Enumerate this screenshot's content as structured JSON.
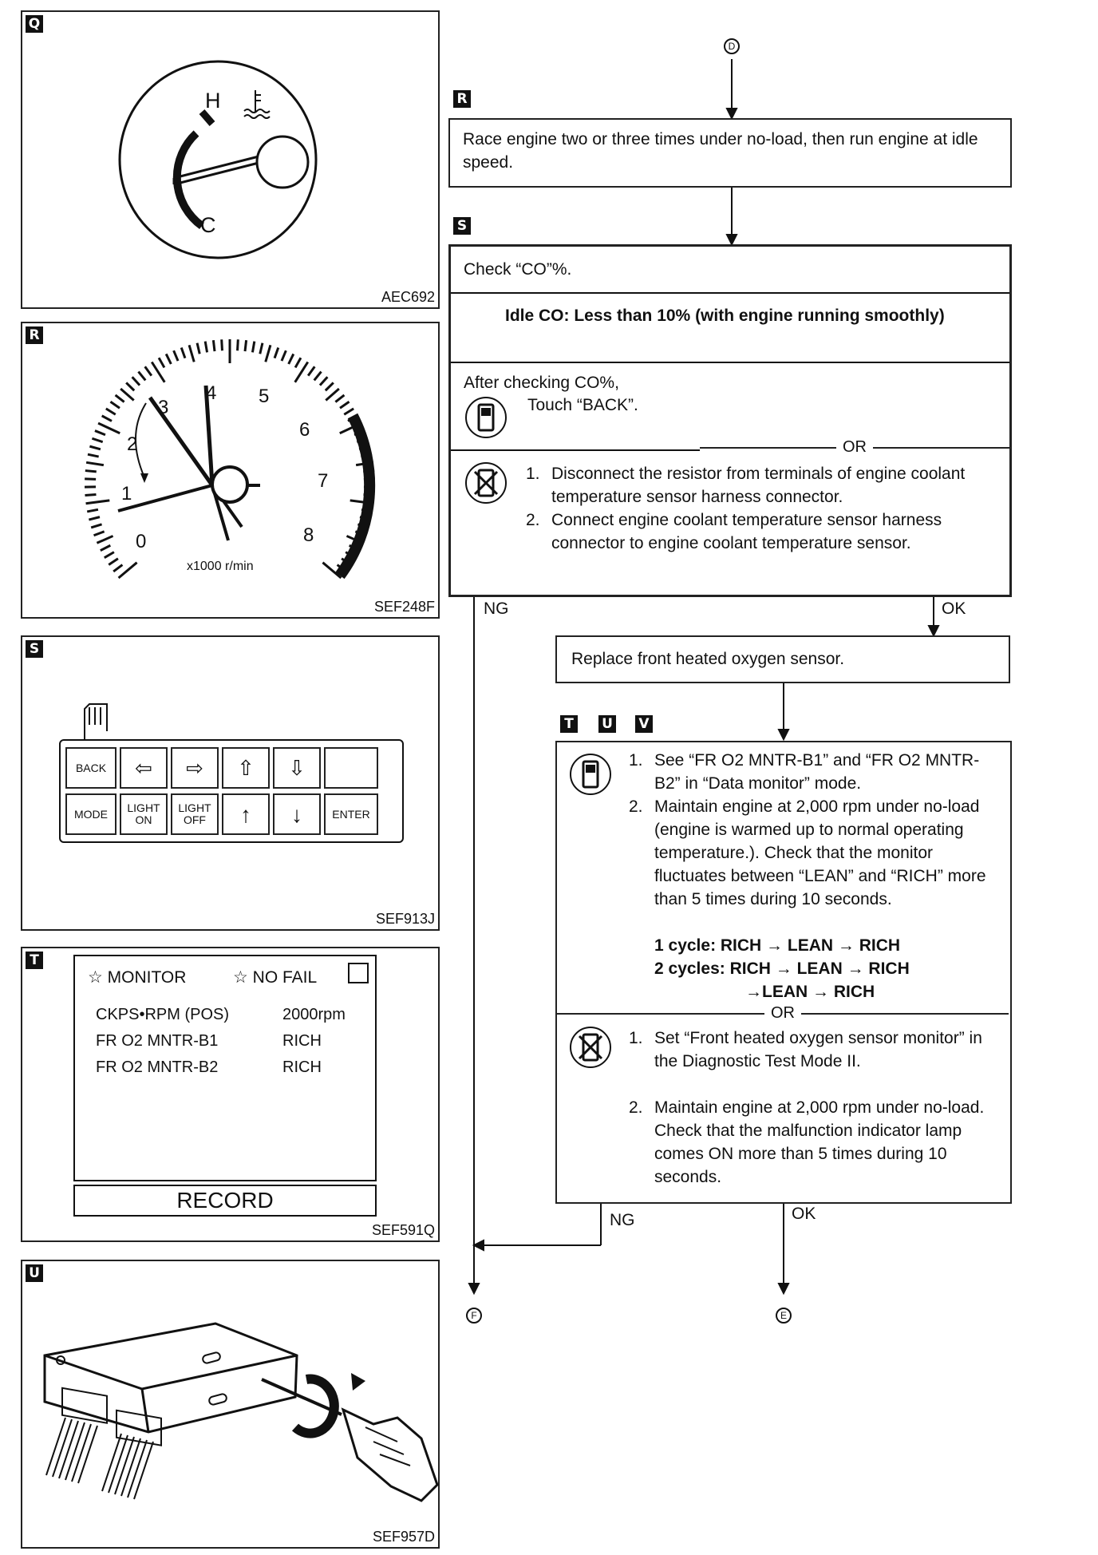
{
  "panels": {
    "q": {
      "letter": "Q",
      "code": "AEC692",
      "h_label": "H",
      "c_label": "C"
    },
    "r": {
      "letter": "R",
      "code": "SEF248F",
      "scale": [
        "0",
        "1",
        "2",
        "3",
        "4",
        "5",
        "6",
        "7",
        "8"
      ],
      "unit": "x1000 r/min"
    },
    "s": {
      "letter": "S",
      "code": "SEF913J",
      "buttons_row1": [
        "BACK",
        "⇦",
        "⇨",
        "⇧",
        "⇩",
        ""
      ],
      "buttons_row2": [
        "MODE",
        "LIGHT\nON",
        "LIGHT\nOFF",
        "↑",
        "↓",
        "ENTER"
      ]
    },
    "t": {
      "letter": "T",
      "code": "SEF591Q",
      "header_left": "☆ MONITOR",
      "header_right": "☆ NO  FAIL",
      "rows": [
        {
          "name": "CKPS•RPM (POS)",
          "value": "2000rpm"
        },
        {
          "name": "FR O2 MNTR-B1",
          "value": "RICH"
        },
        {
          "name": "FR O2 MNTR-B2",
          "value": "RICH"
        }
      ],
      "record_label": "RECORD"
    },
    "u": {
      "letter": "U",
      "code": "SEF957D"
    }
  },
  "flow": {
    "connector_top": "D",
    "connector_left_bottom": "F",
    "connector_right_bottom": "E",
    "step_r": {
      "letter": "R",
      "text": "Race engine two or three times under no-load, then run engine at idle speed."
    },
    "step_s": {
      "letter": "S",
      "check": "Check “CO”%.",
      "spec": "Idle CO: Less than 10% (with engine running smoothly)",
      "after": "After checking CO%,",
      "touch": "Touch “BACK”.",
      "or": "OR",
      "steps": [
        "Disconnect the resistor from terminals of engine coolant temperature sensor harness connector.",
        "Connect engine coolant temperature sensor harness connector to engine coolant temperature sensor."
      ]
    },
    "ng1": "NG",
    "ok1": "OK",
    "replace": "Replace front heated oxygen sensor.",
    "tuv_letters": [
      "T",
      "U",
      "V"
    ],
    "step_tuv": {
      "ct_steps": [
        "See “FR O2 MNTR-B1” and “FR O2 MNTR-B2” in “Data monitor” mode.",
        "Maintain engine at 2,000 rpm under no-load (engine is warmed up to normal operating temperature.). Check that the monitor fluctuates between “LEAN” and “RICH” more than 5 times during 10 seconds."
      ],
      "cycle1": "1 cycle: RICH → LEAN → RICH",
      "cycle2a": "2 cycles: RICH → LEAN → RICH",
      "cycle2b": "→LEAN → RICH",
      "or": "OR",
      "no_ct_steps": [
        "Set “Front heated oxygen sensor monitor” in the Diagnostic Test Mode II.",
        "Maintain engine at 2,000 rpm under no-load. Check that the malfunction indicator lamp comes ON more than 5 times during 10 seconds."
      ]
    },
    "ng2": "NG",
    "ok2": "OK"
  }
}
